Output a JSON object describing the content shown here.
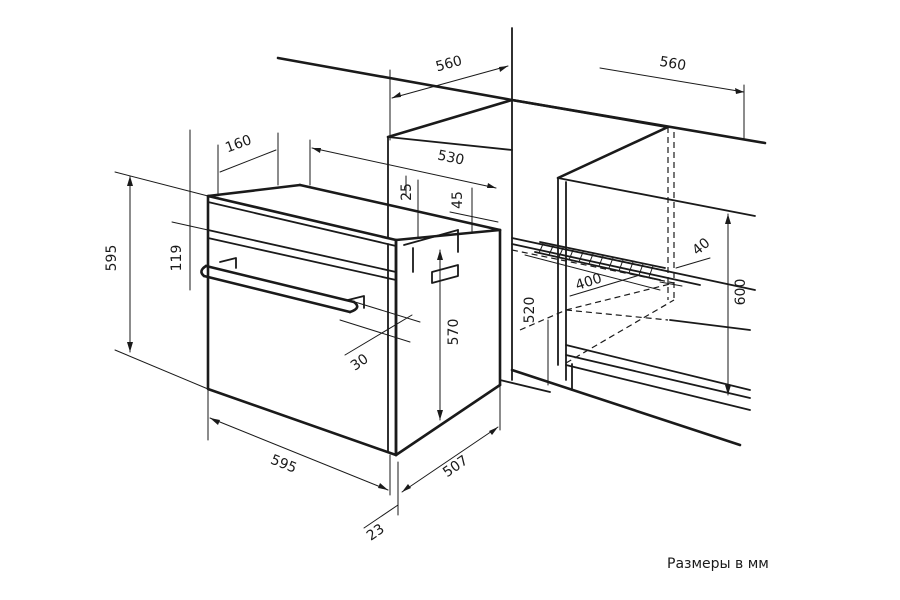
{
  "caption": "Размеры в мм",
  "dimensions": {
    "niche_width_top_left": "560",
    "niche_width_top_right": "560",
    "top_depth_160": "160",
    "top_depth_530": "530",
    "gap_25": "25",
    "gap_45": "45",
    "oven_height": "595",
    "panel_119": "119",
    "oven_width": "595",
    "body_height": "570",
    "body_depth": "507",
    "handle_offset": "30",
    "front_thickness": "23",
    "niche_height_520": "520",
    "vent_400": "400",
    "vent_40": "40",
    "niche_height_600": "600"
  }
}
